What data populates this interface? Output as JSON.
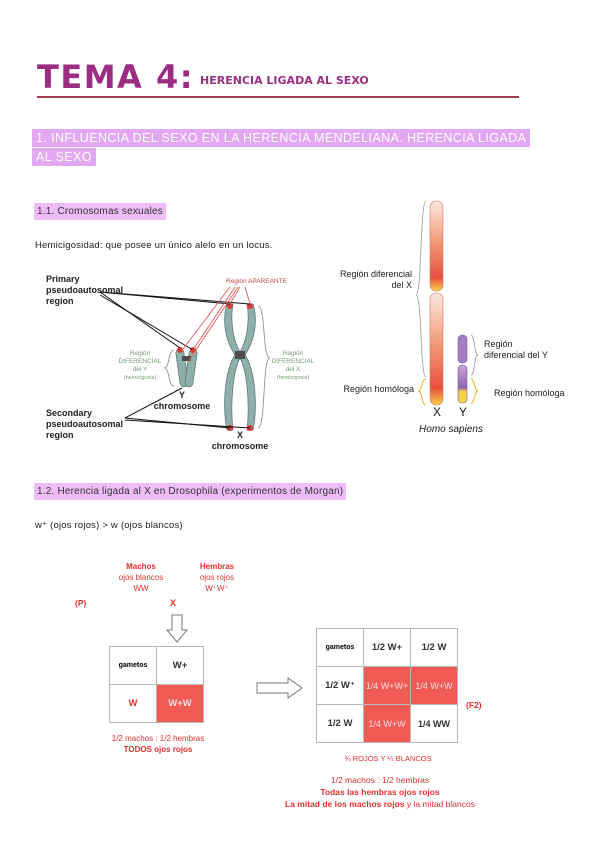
{
  "title": {
    "main": "TEMA 4:",
    "sub": "HERENCIA LIGADA AL SEXO"
  },
  "section1": {
    "heading": "1. INFLUENCIA DEL SEXO EN LA HERENCIA MENDELIANA. HERENCIA LIGADA AL SEXO"
  },
  "sub11": {
    "heading": "1.1. Cromosomas sexuales",
    "text": "Hemicigosidad: que posee un único alelo en un locus."
  },
  "fig1": {
    "primary": "Primary pseudoautosomal region",
    "secondary": "Secondary pseudoautosomal region",
    "region_apareante": "Región APAREANTE",
    "region_dif_y": "Región DIFERENCIAL del Y",
    "hemi_y": "(hemicigosis)",
    "region_dif_x": "Región DIFERENCIAL del X",
    "hemi_x": "(hemicigosis)",
    "y_chrom": "Y chromosome",
    "x_chrom": "X chromosome"
  },
  "fig2": {
    "region_dif_x": "Región diferencial del X",
    "region_dif_y": "Región diferencial del Y",
    "homologa_left": "Región homóloga",
    "homologa_right": "Región homóloga",
    "x": "X",
    "y": "Y",
    "caption": "Homo sapiens"
  },
  "sub12": {
    "heading": "1.2. Herencia ligada al X en Drosophila (experimentos de Morgan)",
    "text": "w⁺ (ojos rojos) > w (ojos blancos)"
  },
  "cross": {
    "p": "(P)",
    "machos": "Machos",
    "machos_eyes": "ojos blancos",
    "machos_geno": "WW",
    "x": "X",
    "hembras": "Hembras",
    "hembras_eyes": "ojos rojos",
    "hembras_geno": "W⁺W⁺",
    "f1": {
      "gametos": "gametos",
      "col": "W+",
      "row": "W",
      "cell": "W+W"
    },
    "f1_caption": "1/2 machos : 1/2 hembras",
    "f1_caption2": "TODOS ojos rojos",
    "f2": {
      "gametos": "gametos",
      "col1": "1/2 W+",
      "col2": "1/2 W",
      "row1": "1/2 W⁺",
      "row2": "1/2 W",
      "c11": "1/4 W+W+",
      "c12": "1/4 W+W",
      "c21": "1/4 W+W",
      "c22": "1/4 WW"
    },
    "f2_label": "(F2)",
    "ratio": "¾ ROJOS Y ¼ BLANCOS",
    "final1": "1/2 machos : 1/2 hembras",
    "final2": "Todas las hembras ojos rojos",
    "final3a": "La mitad de los machos rojos",
    "final3b": " y la mitad blancos"
  },
  "colors": {
    "title": "#9b2d83",
    "highlight": "#e3a8f4",
    "rule": "#a23c52",
    "red_cell": "#f25a55",
    "red_text": "#e2302d"
  }
}
